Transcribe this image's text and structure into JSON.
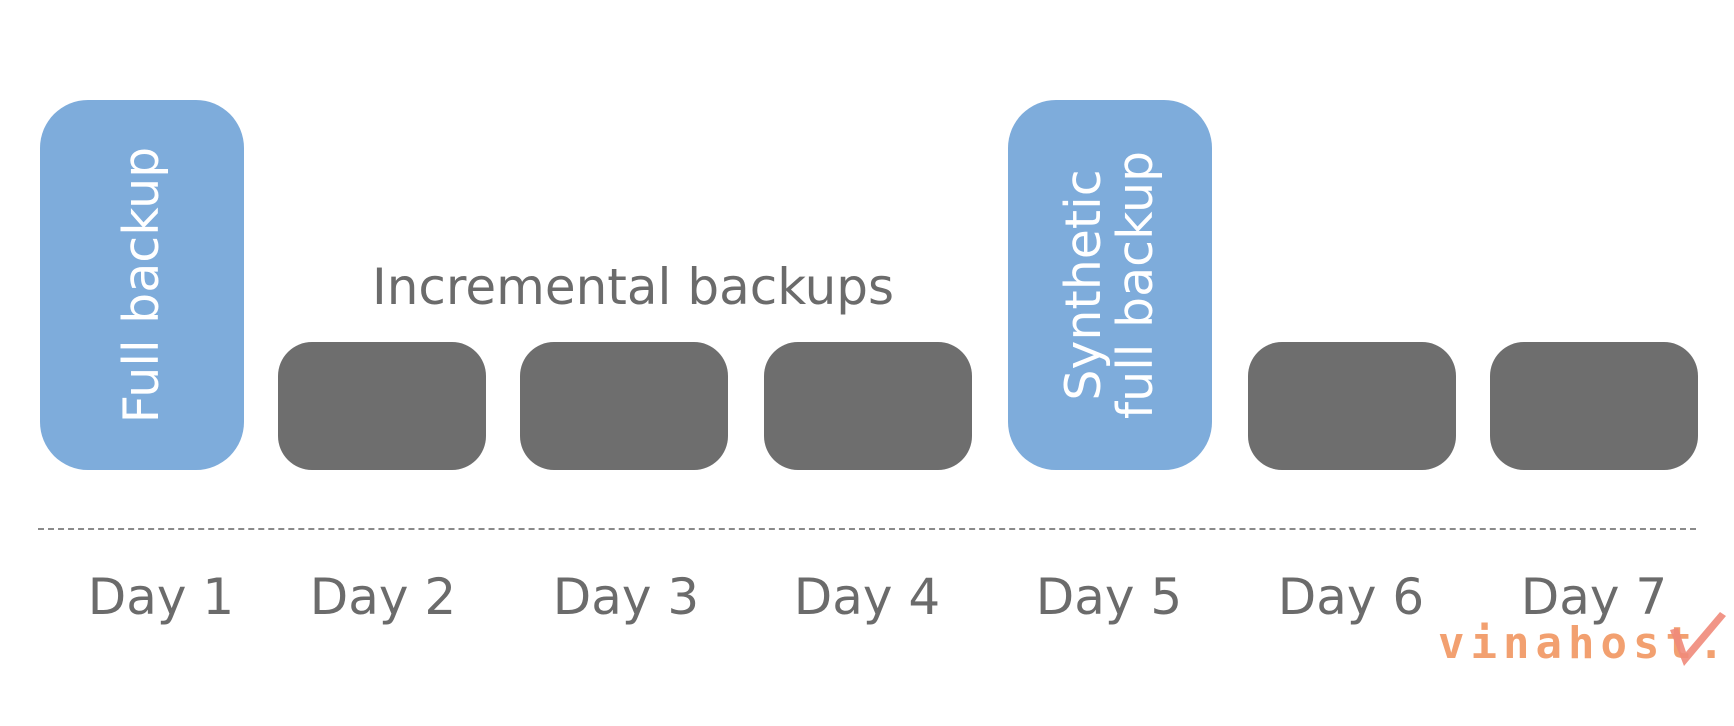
{
  "boxes": [
    {
      "kind": "full",
      "label_lines": [
        "Full backup"
      ]
    },
    {
      "kind": "incremental"
    },
    {
      "kind": "incremental"
    },
    {
      "kind": "incremental"
    },
    {
      "kind": "full",
      "label_lines": [
        "Synthetic",
        "full backup"
      ]
    },
    {
      "kind": "incremental"
    },
    {
      "kind": "incremental"
    }
  ],
  "incremental_label": "Incremental backups",
  "days": [
    "Day 1",
    "Day 2",
    "Day 3",
    "Day 4",
    "Day 5",
    "Day 6",
    "Day 7"
  ],
  "watermark": {
    "text": "vinahost.",
    "logo": "vinahost-logo"
  },
  "colors": {
    "full_backup": "#7eacdb",
    "incremental_backup": "#6e6e6e",
    "text": "#6b6b6b",
    "watermark": "#f2a070"
  }
}
